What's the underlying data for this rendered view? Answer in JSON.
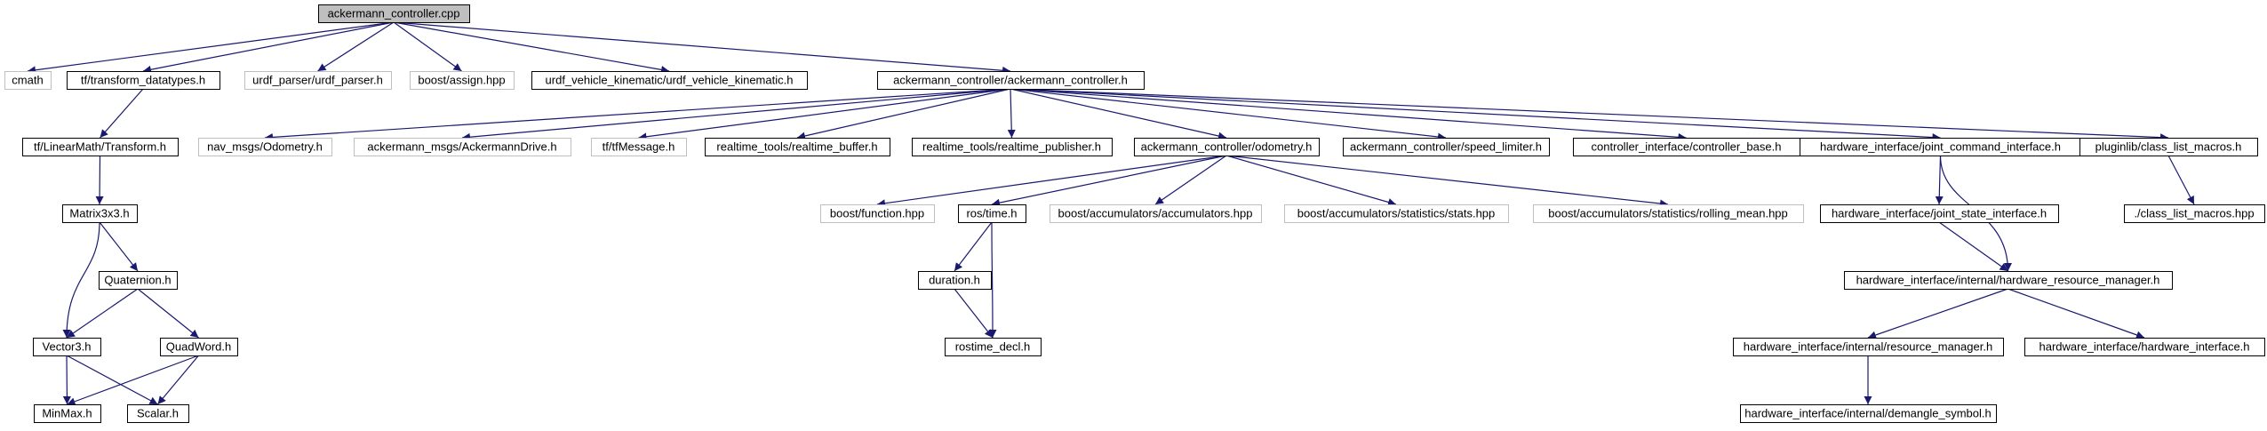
{
  "colors": {
    "root_fill": "#bfbfbf",
    "normal_fill": "#ffffff",
    "normal_border": "#000000",
    "external_border": "#bfbfbf",
    "edge": "#191970"
  },
  "nodes": [
    {
      "id": "root",
      "label": "ackermann_controller.cpp",
      "kind": "root"
    },
    {
      "id": "cmath",
      "label": "cmath",
      "kind": "external"
    },
    {
      "id": "tf_transform_datatypes",
      "label": "tf/transform_datatypes.h",
      "kind": "normal"
    },
    {
      "id": "urdf_parser",
      "label": "urdf_parser/urdf_parser.h",
      "kind": "external"
    },
    {
      "id": "boost_assign",
      "label": "boost/assign.hpp",
      "kind": "external"
    },
    {
      "id": "urdf_vehicle",
      "label": "urdf_vehicle_kinematic/urdf_vehicle_kinematic.h",
      "kind": "normal"
    },
    {
      "id": "ackermann_controller_h",
      "label": "ackermann_controller/ackermann_controller.h",
      "kind": "normal"
    },
    {
      "id": "tf_transform",
      "label": "tf/LinearMath/Transform.h",
      "kind": "normal"
    },
    {
      "id": "matrix3x3",
      "label": "Matrix3x3.h",
      "kind": "normal"
    },
    {
      "id": "quaternion",
      "label": "Quaternion.h",
      "kind": "normal"
    },
    {
      "id": "vector3",
      "label": "Vector3.h",
      "kind": "normal"
    },
    {
      "id": "quadword",
      "label": "QuadWord.h",
      "kind": "normal"
    },
    {
      "id": "minmax",
      "label": "MinMax.h",
      "kind": "normal"
    },
    {
      "id": "scalar",
      "label": "Scalar.h",
      "kind": "normal"
    },
    {
      "id": "nav_msgs",
      "label": "nav_msgs/Odometry.h",
      "kind": "external"
    },
    {
      "id": "ackermann_msgs",
      "label": "ackermann_msgs/AckermannDrive.h",
      "kind": "external"
    },
    {
      "id": "tf_message",
      "label": "tf/tfMessage.h",
      "kind": "external"
    },
    {
      "id": "rt_buffer",
      "label": "realtime_tools/realtime_buffer.h",
      "kind": "normal"
    },
    {
      "id": "rt_publisher",
      "label": "realtime_tools/realtime_publisher.h",
      "kind": "normal"
    },
    {
      "id": "odometry",
      "label": "ackermann_controller/odometry.h",
      "kind": "normal"
    },
    {
      "id": "speed_limiter",
      "label": "ackermann_controller/speed_limiter.h",
      "kind": "normal"
    },
    {
      "id": "controller_base",
      "label": "controller_interface/controller_base.h",
      "kind": "normal"
    },
    {
      "id": "joint_command",
      "label": "hardware_interface/joint_command_interface.h",
      "kind": "normal"
    },
    {
      "id": "class_list_macros",
      "label": "pluginlib/class_list_macros.h",
      "kind": "normal"
    },
    {
      "id": "boost_function",
      "label": "boost/function.hpp",
      "kind": "external"
    },
    {
      "id": "ros_time",
      "label": "ros/time.h",
      "kind": "normal"
    },
    {
      "id": "accumulators",
      "label": "boost/accumulators/accumulators.hpp",
      "kind": "external"
    },
    {
      "id": "stats",
      "label": "boost/accumulators/statistics/stats.hpp",
      "kind": "external"
    },
    {
      "id": "rolling_mean",
      "label": "boost/accumulators/statistics/rolling_mean.hpp",
      "kind": "external"
    },
    {
      "id": "duration",
      "label": "duration.h",
      "kind": "normal"
    },
    {
      "id": "rostime_decl",
      "label": "rostime_decl.h",
      "kind": "normal"
    },
    {
      "id": "joint_state",
      "label": "hardware_interface/joint_state_interface.h",
      "kind": "normal"
    },
    {
      "id": "class_list_macros_hpp",
      "label": "./class_list_macros.hpp",
      "kind": "normal"
    },
    {
      "id": "hw_resource_manager",
      "label": "hardware_interface/internal/hardware_resource_manager.h",
      "kind": "normal"
    },
    {
      "id": "resource_manager",
      "label": "hardware_interface/internal/resource_manager.h",
      "kind": "normal"
    },
    {
      "id": "hardware_interface",
      "label": "hardware_interface/hardware_interface.h",
      "kind": "normal"
    },
    {
      "id": "demangle_symbol",
      "label": "hardware_interface/internal/demangle_symbol.h",
      "kind": "normal"
    }
  ],
  "edges": [
    [
      "root",
      "cmath"
    ],
    [
      "root",
      "tf_transform_datatypes"
    ],
    [
      "root",
      "urdf_parser"
    ],
    [
      "root",
      "boost_assign"
    ],
    [
      "root",
      "urdf_vehicle"
    ],
    [
      "root",
      "ackermann_controller_h"
    ],
    [
      "tf_transform_datatypes",
      "tf_transform"
    ],
    [
      "tf_transform",
      "matrix3x3"
    ],
    [
      "matrix3x3",
      "quaternion"
    ],
    [
      "matrix3x3",
      "vector3"
    ],
    [
      "quaternion",
      "vector3"
    ],
    [
      "quaternion",
      "quadword"
    ],
    [
      "vector3",
      "minmax"
    ],
    [
      "vector3",
      "scalar"
    ],
    [
      "quadword",
      "minmax"
    ],
    [
      "quadword",
      "scalar"
    ],
    [
      "ackermann_controller_h",
      "nav_msgs"
    ],
    [
      "ackermann_controller_h",
      "ackermann_msgs"
    ],
    [
      "ackermann_controller_h",
      "tf_message"
    ],
    [
      "ackermann_controller_h",
      "rt_buffer"
    ],
    [
      "ackermann_controller_h",
      "rt_publisher"
    ],
    [
      "ackermann_controller_h",
      "odometry"
    ],
    [
      "ackermann_controller_h",
      "speed_limiter"
    ],
    [
      "ackermann_controller_h",
      "controller_base"
    ],
    [
      "ackermann_controller_h",
      "joint_command"
    ],
    [
      "ackermann_controller_h",
      "class_list_macros"
    ],
    [
      "odometry",
      "boost_function"
    ],
    [
      "odometry",
      "ros_time"
    ],
    [
      "odometry",
      "accumulators"
    ],
    [
      "odometry",
      "stats"
    ],
    [
      "odometry",
      "rolling_mean"
    ],
    [
      "ros_time",
      "duration"
    ],
    [
      "ros_time",
      "rostime_decl"
    ],
    [
      "duration",
      "rostime_decl"
    ],
    [
      "joint_command",
      "joint_state"
    ],
    [
      "joint_command",
      "hw_resource_manager"
    ],
    [
      "joint_state",
      "hw_resource_manager"
    ],
    [
      "class_list_macros",
      "class_list_macros_hpp"
    ],
    [
      "hw_resource_manager",
      "resource_manager"
    ],
    [
      "hw_resource_manager",
      "hardware_interface"
    ],
    [
      "resource_manager",
      "demangle_symbol"
    ]
  ]
}
